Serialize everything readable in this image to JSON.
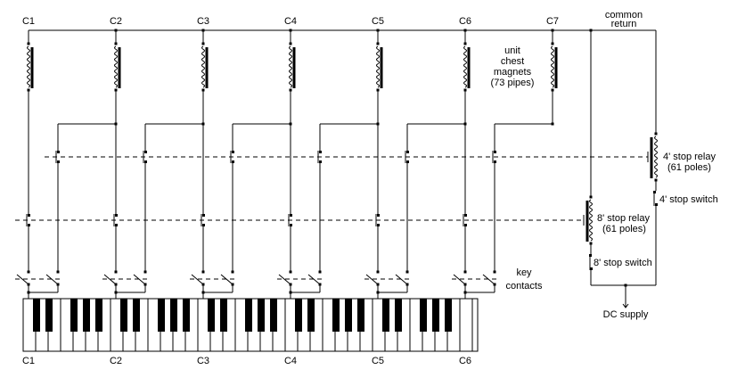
{
  "top_notes": [
    "C1",
    "C2",
    "C3",
    "C4",
    "C5",
    "C6",
    "C7"
  ],
  "bottom_notes": [
    "C1",
    "C2",
    "C3",
    "C4",
    "C5",
    "C6"
  ],
  "labels": {
    "common_return": [
      "common",
      "return"
    ],
    "magnets": [
      "unit",
      "chest",
      "magnets",
      "(73 pipes)"
    ],
    "relay_4": [
      "4' stop relay",
      "(61 poles)"
    ],
    "switch_4": "4' stop switch",
    "relay_8": [
      "8' stop relay",
      "(61 poles)"
    ],
    "switch_8": "8' stop switch",
    "key_contacts": [
      "key",
      "contacts"
    ],
    "dc_supply": "DC supply"
  }
}
